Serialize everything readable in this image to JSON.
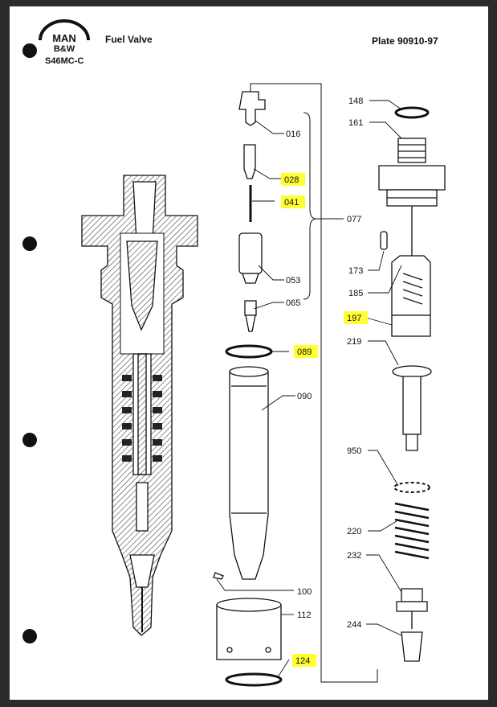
{
  "header": {
    "title": "Fuel Valve",
    "model": "S46MC-C",
    "plate": "Plate 90910-97",
    "logo_text": [
      "MAN",
      "B&W"
    ]
  },
  "colors": {
    "highlight": "#ffff33",
    "ink": "#111111",
    "hatch": "#444444"
  },
  "parts": [
    {
      "no": "016",
      "highlighted": false
    },
    {
      "no": "028",
      "highlighted": true
    },
    {
      "no": "041",
      "highlighted": true
    },
    {
      "no": "053",
      "highlighted": false
    },
    {
      "no": "065",
      "highlighted": false
    },
    {
      "no": "077",
      "highlighted": false
    },
    {
      "no": "089",
      "highlighted": true
    },
    {
      "no": "090",
      "highlighted": false
    },
    {
      "no": "100",
      "highlighted": false
    },
    {
      "no": "112",
      "highlighted": false
    },
    {
      "no": "124",
      "highlighted": true
    },
    {
      "no": "148",
      "highlighted": false
    },
    {
      "no": "161",
      "highlighted": false
    },
    {
      "no": "173",
      "highlighted": false
    },
    {
      "no": "185",
      "highlighted": false
    },
    {
      "no": "197",
      "highlighted": true
    },
    {
      "no": "219",
      "highlighted": false
    },
    {
      "no": "950",
      "highlighted": false
    },
    {
      "no": "220",
      "highlighted": false
    },
    {
      "no": "232",
      "highlighted": false
    },
    {
      "no": "244",
      "highlighted": false
    }
  ]
}
